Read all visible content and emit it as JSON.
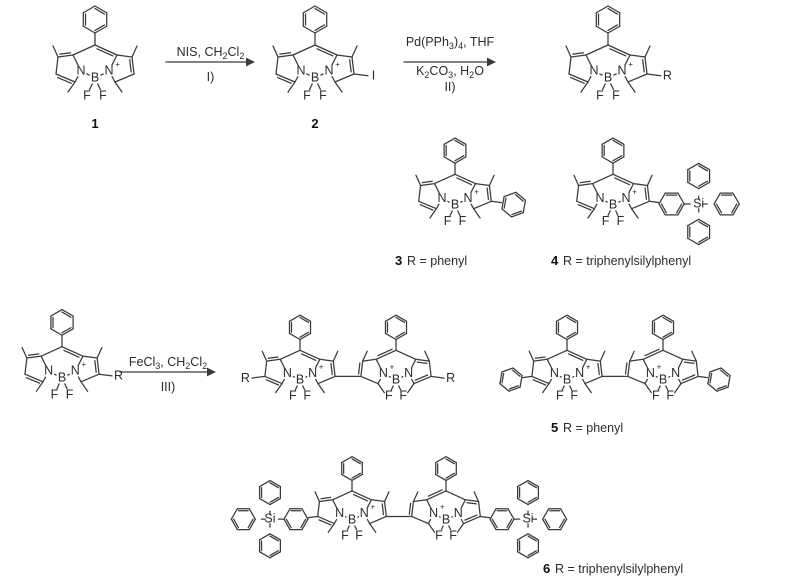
{
  "figure": {
    "type": "chemical-reaction-scheme",
    "background": "#ffffff",
    "line_color": "#3a3a3a",
    "text_color": "#2b2b2b"
  },
  "steps": [
    {
      "id": "step-1",
      "reagents_top": "NIS, CH₂Cl₂",
      "reagents_top_parts": [
        {
          "t": "NIS, CH"
        },
        {
          "t": "2",
          "sub": true
        },
        {
          "t": "Cl"
        },
        {
          "t": "2",
          "sub": true
        }
      ],
      "label_below": "I)",
      "from": "1",
      "to": "2"
    },
    {
      "id": "step-2",
      "reagents_top": "Pd(PPh₃)₄, THF",
      "reagents_bottom": "K₂CO₃, H₂O",
      "label_below": "II)",
      "from": "2",
      "to": "3/4"
    },
    {
      "id": "step-3",
      "reagents_top": "FeCl₃, CH₂Cl₂",
      "label_below": "III)",
      "from": "3/4",
      "to": "5/6"
    }
  ],
  "compounds": [
    {
      "num": "1",
      "definition": "",
      "label": "1",
      "role": "starting-material",
      "core": "BODIPY"
    },
    {
      "num": "2",
      "definition": "",
      "label": "2",
      "role": "iodo-intermediate",
      "core": "BODIPY",
      "substituent": "I"
    },
    {
      "num": "3",
      "definition": "R = phenyl",
      "label": "3 R = phenyl",
      "role": "product",
      "core": "BODIPY",
      "substituent": "R"
    },
    {
      "num": "4",
      "definition": "R = triphenylsilylphenyl",
      "label": "4 R = triphenylsilylphenyl",
      "role": "product",
      "core": "BODIPY",
      "substituent": "R"
    },
    {
      "num": "5",
      "definition": "R = phenyl",
      "label": "5 R = phenyl",
      "role": "dimer-product",
      "core": "BODIPY-dimer"
    },
    {
      "num": "6",
      "definition": "R = triphenylsilylphenyl",
      "label": "6 R = triphenylsilylphenyl",
      "role": "dimer-product",
      "core": "BODIPY-dimer"
    }
  ],
  "atoms": {
    "nitrogen": "N",
    "boron": "B",
    "fluorine": "F",
    "iodine": "I",
    "silicon": "Si",
    "cation_charge": "+",
    "r_group": "R"
  },
  "annotations": {
    "top_row_caption": "",
    "compound_3_label": "3 R = phenyl",
    "compound_4_label": "4 R = triphenylsilylphenyl",
    "compound_5_label": "5 R = phenyl",
    "compound_6_label": "6 R = triphenylsilylphenyl",
    "num_1": "1",
    "num_2": "2",
    "r_left_row2": "R",
    "r_right_row2": "R",
    "r_product_row2_left": "R",
    "r_product_row2_right": "R"
  }
}
